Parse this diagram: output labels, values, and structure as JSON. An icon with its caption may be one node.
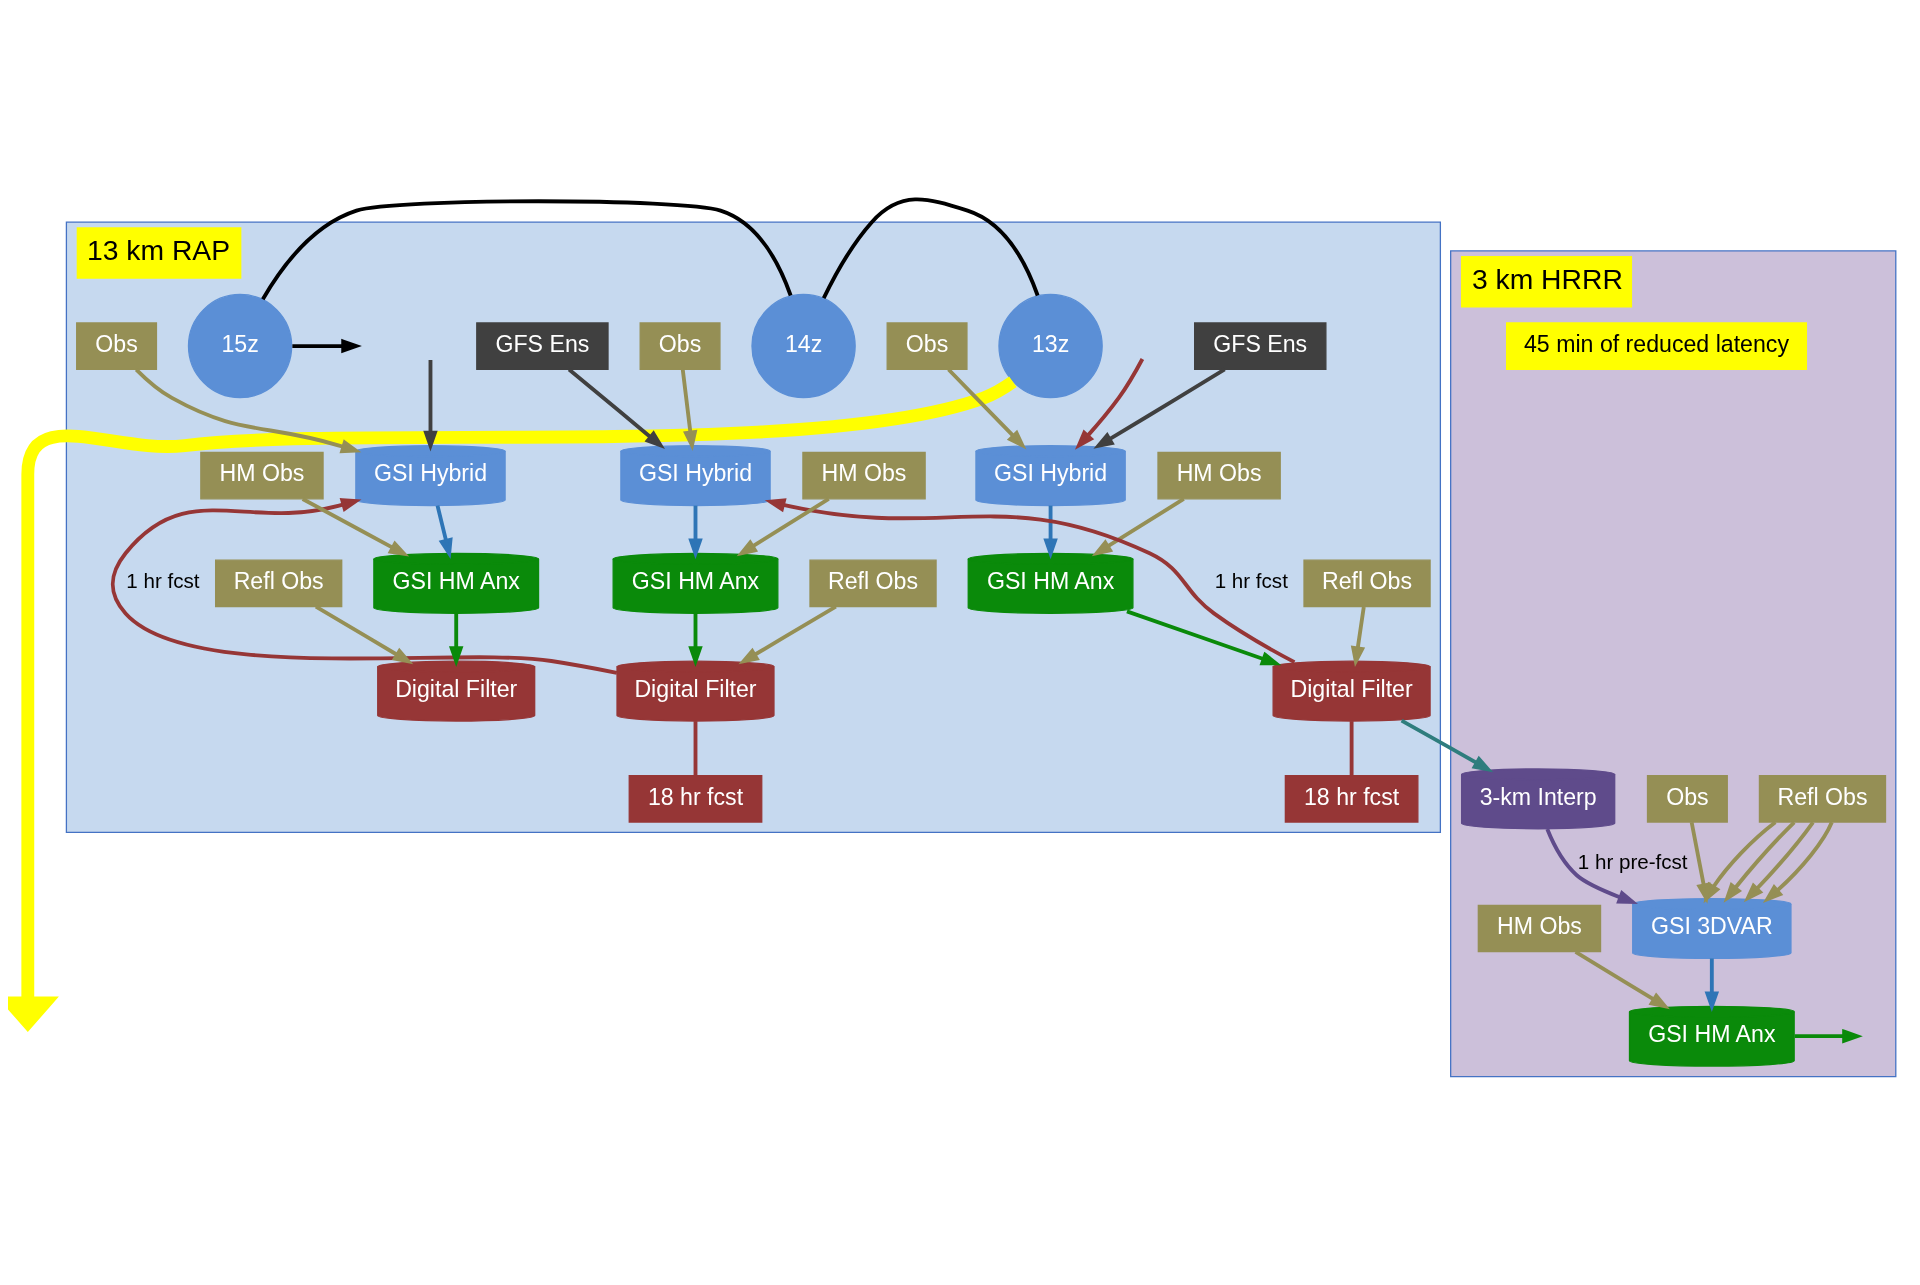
{
  "diagram": {
    "nodes": [
      {
        "text": [
          "13 km RAP"
        ]
      },
      {
        "text": [
          "13z"
        ],
        "in": 0
      },
      {
        "text": [
          "14z"
        ],
        "in": 0
      },
      {
        "text": [
          "15z"
        ],
        "in": 0
      },
      {
        "text": [
          "Obs"
        ],
        "in": 0
      },
      {
        "text": [
          "GSI Hybrid"
        ],
        "in": 0
      },
      {
        "text": [
          "GFS Ens"
        ],
        "in": 0
      },
      {
        "text": [
          "HM Obs"
        ],
        "in": 0
      },
      {
        "text": [
          "GSI HM Anx"
        ],
        "in": 0
      },
      {
        "text": [
          "Refl Obs"
        ],
        "in": 0
      },
      {
        "text": [
          "Digital Filter"
        ],
        "in": 0
      },
      {
        "text": [
          "18 hr fcst"
        ],
        "in": 0
      },
      {
        "text": [
          "Obs"
        ],
        "in": 0
      },
      {
        "text": [
          "GSI Hybrid"
        ],
        "in": 0
      },
      {
        "text": [
          "GFS Ens"
        ],
        "in": 0
      },
      {
        "text": [
          "HM Obs"
        ],
        "in": 0
      },
      {
        "text": [
          "GSI HM Anx"
        ],
        "in": 0
      },
      {
        "text": [
          "Refl Obs"
        ],
        "in": 0
      },
      {
        "text": [
          "Digital Filter"
        ],
        "in": 0
      },
      {
        "text": [
          "18 hr fcst"
        ],
        "in": 0
      },
      {
        "text": [
          "Obs"
        ],
        "in": 0
      },
      {
        "text": [
          "GSI Hybrid"
        ],
        "in": 0
      },
      {
        "text": [
          "HM Obs"
        ],
        "in": 0
      },
      {
        "text": [
          "GSI HM Anx"
        ],
        "in": 0
      },
      {
        "text": [
          "Refl Obs"
        ],
        "in": 0
      },
      {
        "text": [
          "Digital Filter"
        ],
        "in": 0
      },
      {
        "text": [
          "3 km HRRR"
        ]
      },
      {
        "text": [
          "3-km Interp"
        ],
        "in": 26
      },
      {
        "text": [
          "GSI 3DVAR"
        ],
        "in": 26
      },
      {
        "text": [
          "Refl Obs"
        ],
        "in": 26
      },
      {
        "text": [
          "Obs"
        ],
        "in": 26
      },
      {
        "text": [
          "GSI HM Anx"
        ],
        "in": 26
      },
      {
        "text": [
          "HM Obs"
        ],
        "in": 26
      },
      {
        "text": [
          "45 min of reduced latency"
        ],
        "in": 26
      }
    ],
    "edges": [
      {
        "from": 1,
        "to": 2,
        "arrow": "none",
        "color": "#000000"
      },
      {
        "from": 2,
        "to": 3,
        "arrow": "none",
        "color": "#000000"
      },
      {
        "from": 3,
        "to": null,
        "arrow": "to",
        "color": "#000000"
      },
      {
        "from": 4,
        "to": 5,
        "arrow": "to",
        "color": "#958f55"
      },
      {
        "from": 6,
        "to": 5,
        "arrow": "to",
        "color": "#404040"
      },
      {
        "from": 7,
        "to": 8,
        "arrow": "to",
        "color": "#958f55"
      },
      {
        "from": 5,
        "to": 8,
        "arrow": "to",
        "color": "#2e75b6"
      },
      {
        "from": 8,
        "to": 10,
        "arrow": "to",
        "color": "#0a8a0a"
      },
      {
        "from": 9,
        "to": 10,
        "arrow": "to",
        "color": "#958f55"
      },
      {
        "from": 10,
        "to": 11,
        "arrow": "none",
        "color": "#963636"
      },
      {
        "from": 10,
        "to": 13,
        "arrow": "to",
        "label": "1 hr fcst",
        "color": "#963636"
      },
      {
        "from": null,
        "to": 5,
        "arrow": "to",
        "color": "#963636"
      },
      {
        "from": 12,
        "to": 13,
        "arrow": "to",
        "color": "#958f55"
      },
      {
        "from": 14,
        "to": 13,
        "arrow": "to",
        "color": "#404040"
      },
      {
        "from": 15,
        "to": 16,
        "arrow": "to",
        "color": "#958f55"
      },
      {
        "from": 13,
        "to": 16,
        "arrow": "to",
        "color": "#2e75b6"
      },
      {
        "from": 16,
        "to": 18,
        "arrow": "to",
        "color": "#0a8a0a"
      },
      {
        "from": 17,
        "to": 18,
        "arrow": "to",
        "color": "#958f55"
      },
      {
        "from": 18,
        "to": 19,
        "arrow": "none",
        "color": "#963636"
      },
      {
        "from": 18,
        "to": 21,
        "arrow": "to",
        "label": "1 hr fcst",
        "color": "#963636"
      },
      {
        "from": 20,
        "to": 21,
        "arrow": "to",
        "color": "#958f55"
      },
      {
        "from": null,
        "to": 21,
        "arrow": "to",
        "color": "#404040"
      },
      {
        "from": 22,
        "to": 23,
        "arrow": "to",
        "color": "#958f55"
      },
      {
        "from": 21,
        "to": 23,
        "arrow": "to",
        "color": "#2e75b6"
      },
      {
        "from": 23,
        "to": 25,
        "arrow": "to",
        "color": "#0a8a0a"
      },
      {
        "from": 24,
        "to": 25,
        "arrow": "to",
        "color": "#958f55"
      },
      {
        "from": 10,
        "to": 27,
        "arrow": "to",
        "color": "#2e7d7d"
      },
      {
        "from": 27,
        "to": 28,
        "arrow": "to",
        "label": "1 hr pre-fcst",
        "color": "#5f4b8b"
      },
      {
        "from": 29,
        "to": 28,
        "arrow": "to",
        "color": "#958f55"
      },
      {
        "from": 29,
        "to": 28,
        "arrow": "to",
        "color": "#958f55"
      },
      {
        "from": 29,
        "to": 28,
        "arrow": "to",
        "color": "#958f55"
      },
      {
        "from": 29,
        "to": 28,
        "arrow": "to",
        "color": "#958f55"
      },
      {
        "from": 30,
        "to": 28,
        "arrow": "to",
        "color": "#958f55"
      },
      {
        "from": 28,
        "to": 31,
        "arrow": "to",
        "color": "#2e75b6"
      },
      {
        "from": 32,
        "to": 31,
        "arrow": "to",
        "color": "#958f55"
      },
      {
        "from": 31,
        "to": null,
        "arrow": "to",
        "color": "#0a8a0a"
      },
      {
        "from": 1,
        "to": null,
        "arrow": "to",
        "style": "thick",
        "color": "#ffff00"
      }
    ]
  }
}
